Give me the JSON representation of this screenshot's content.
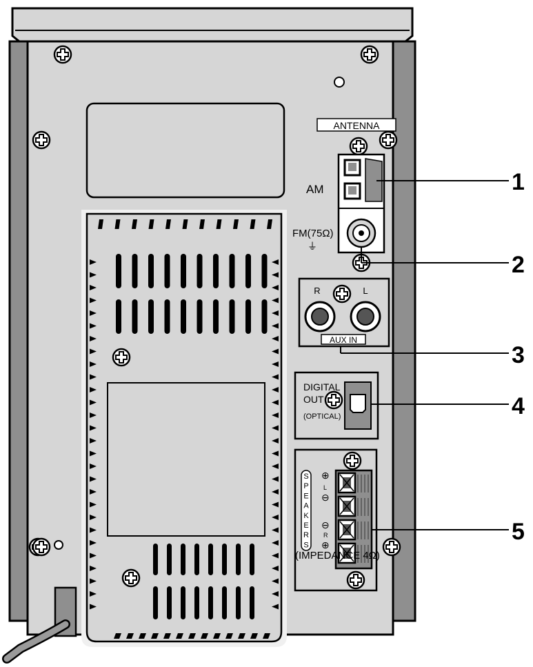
{
  "labels": {
    "antenna": "ANTENNA",
    "am": "AM",
    "fm": "FM(75Ω)",
    "aux_r": "R",
    "aux_l": "L",
    "aux_in": "AUX IN",
    "digital": "DIGITAL",
    "out": "OUT",
    "optical": "(OPTICAL)",
    "speakers": [
      "S",
      "P",
      "E",
      "A",
      "K",
      "E",
      "R",
      "S"
    ],
    "spk_l": "L",
    "spk_r": "R",
    "impedance": "(IMPEDANCE 4Ω)"
  },
  "callouts": [
    "1",
    "2",
    "3",
    "4",
    "5"
  ]
}
